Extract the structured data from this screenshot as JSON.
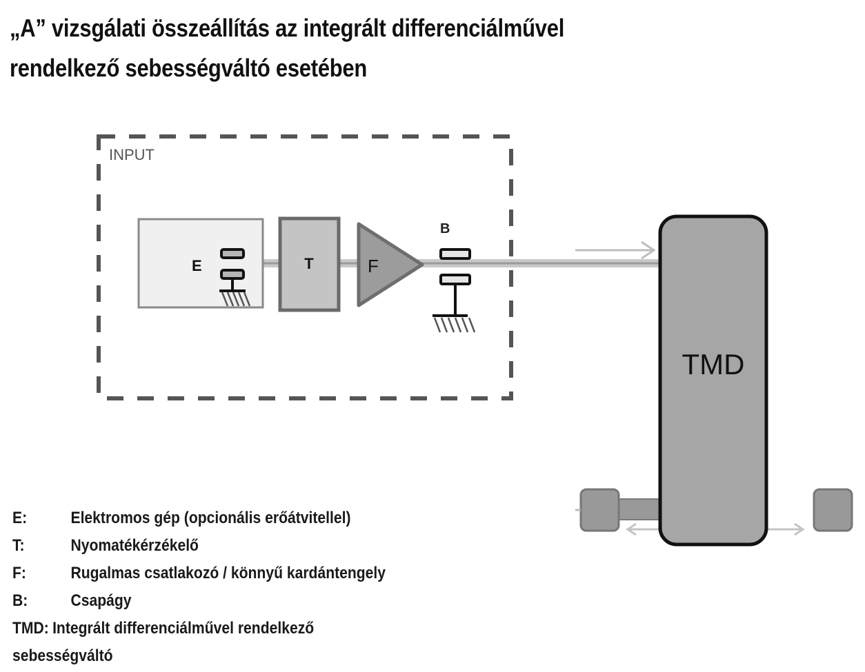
{
  "title": {
    "line1": "„A” vizsgálati összeállítás az integrált differenciálművel",
    "line2": "rendelkező sebességváltó esetében"
  },
  "diagram": {
    "input_label": "INPUT",
    "components": {
      "E": "E",
      "T": "T",
      "F": "F",
      "B": "B",
      "TMD": "TMD"
    },
    "icons": [
      "bearing-icon",
      "ground-hatch-icon",
      "arrow-right-icon",
      "arrow-left-icon",
      "wheel-hub-icon"
    ],
    "colors": {
      "dashed_border": "#555555",
      "e_fill": "#f0f0f0",
      "t_fill": "#c4c4c4",
      "f_fill": "#9c9c9c",
      "tmd_fill": "#a6a6a6",
      "shaft": "#b5b5b5",
      "outline_dark": "#111111"
    }
  },
  "legend": {
    "items": [
      {
        "key": "E:",
        "text": "Elektromos gép (opcionális erőátvitellel)"
      },
      {
        "key": "T:",
        "text": "Nyomatékérzékelő"
      },
      {
        "key": "F:",
        "text": "Rugalmas csatlakozó / könnyű kardántengely"
      },
      {
        "key": "B:",
        "text": "Csapágy"
      },
      {
        "key": "TMD:",
        "text": "Integrált differenciálművel rendelkező"
      }
    ],
    "continuation": "sebességváltó"
  }
}
